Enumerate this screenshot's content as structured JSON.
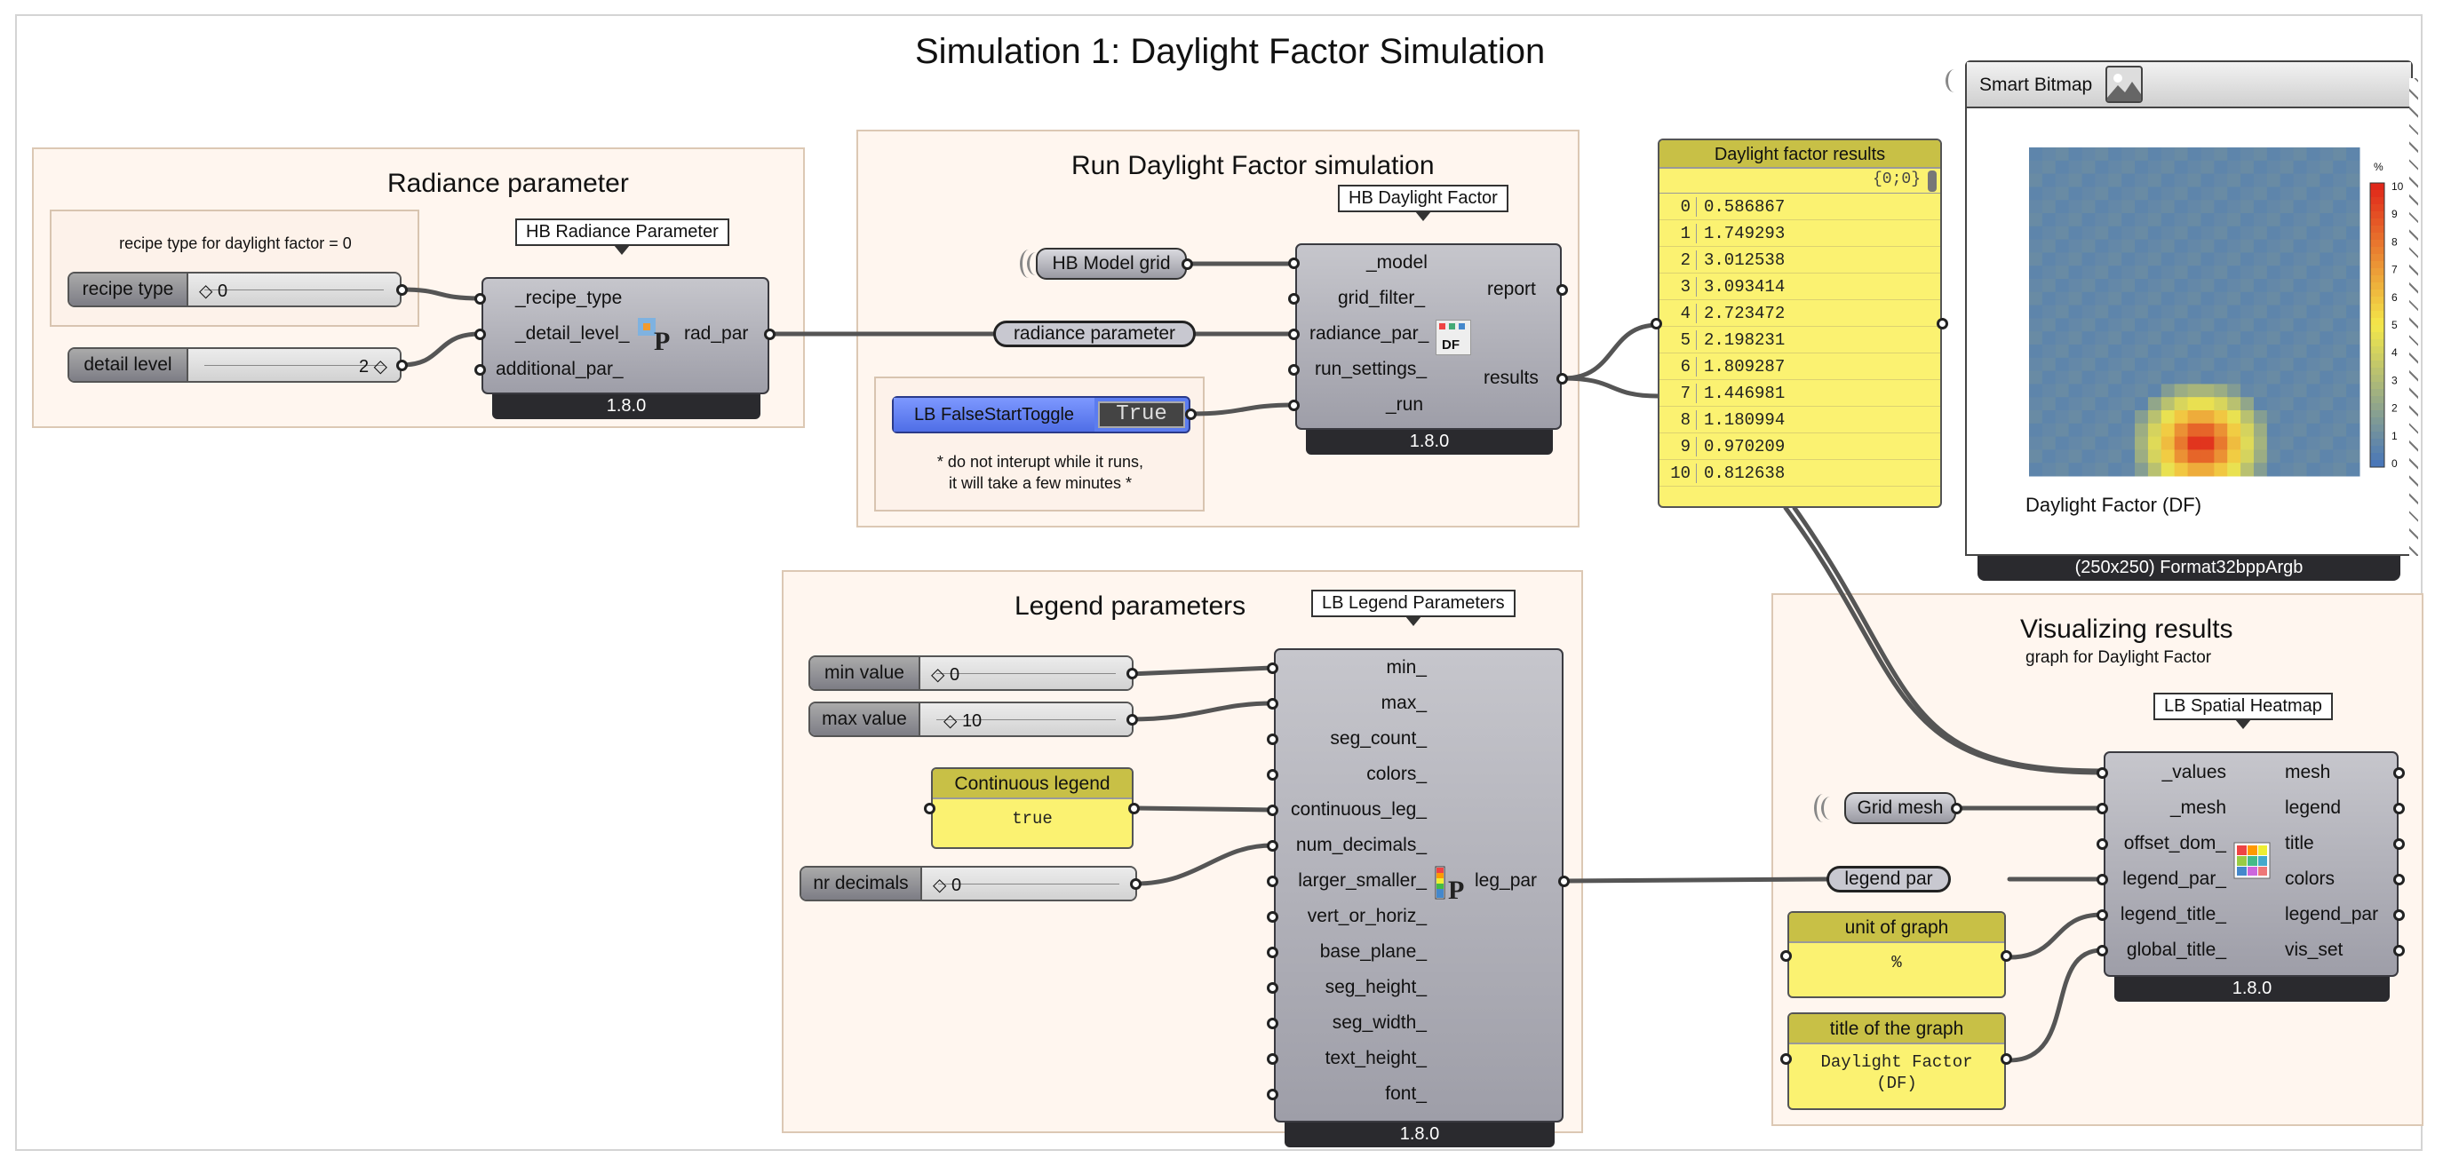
{
  "main_title": "Simulation 1: Daylight Factor Simulation",
  "groups": {
    "radiance": {
      "title": "Radiance parameter",
      "note": "recipe type for daylight factor = 0"
    },
    "run": {
      "title": "Run Daylight Factor simulation",
      "note": "* do not interupt while it runs,\nit will take a few minutes *"
    },
    "legend": {
      "title": "Legend parameters"
    },
    "visual": {
      "title": "Visualizing results",
      "subtitle": "graph for Daylight Factor"
    }
  },
  "sliders": {
    "recipe_type": {
      "label": "recipe type",
      "value": "◇ 0"
    },
    "detail_level": {
      "label": "detail level",
      "value": "2 ◇"
    },
    "min_value": {
      "label": "min value",
      "value": "◇ 0"
    },
    "max_value": {
      "label": "max value",
      "value": "◇ 10"
    },
    "nr_decimals": {
      "label": "nr decimals",
      "value": "◇ 0"
    }
  },
  "components": {
    "hb_radiance": {
      "tag": "HB Radiance Parameter",
      "inputs": [
        "_recipe_type",
        "_detail_level_",
        "additional_par_"
      ],
      "outputs": [
        "rad_par"
      ],
      "version": "1.8.0"
    },
    "hb_daylight": {
      "tag": "HB Daylight Factor",
      "inputs": [
        "_model",
        "grid_filter_",
        "radiance_par_",
        "run_settings_",
        "_run"
      ],
      "outputs": [
        "report",
        "results"
      ],
      "icon_text": "DF",
      "version": "1.8.0"
    },
    "lb_legend": {
      "tag": "LB Legend Parameters",
      "inputs": [
        "min_",
        "max_",
        "seg_count_",
        "colors_",
        "continuous_leg_",
        "num_decimals_",
        "larger_smaller_",
        "vert_or_horiz_",
        "base_plane_",
        "seg_height_",
        "seg_width_",
        "text_height_",
        "font_"
      ],
      "outputs": [
        "leg_par"
      ],
      "version": "1.8.0"
    },
    "lb_heatmap": {
      "tag": "LB Spatial Heatmap",
      "inputs": [
        "_values",
        "_mesh",
        "offset_dom_",
        "legend_par_",
        "legend_title_",
        "global_title_"
      ],
      "outputs": [
        "mesh",
        "legend",
        "title",
        "colors",
        "legend_par",
        "vis_set"
      ],
      "version": "1.8.0"
    }
  },
  "params": {
    "hb_model_grid": "HB Model grid",
    "grid_mesh": "Grid mesh"
  },
  "relays": {
    "radiance_parameter": "radiance parameter",
    "legend_par": "legend par"
  },
  "toggle": {
    "label": "LB FalseStartToggle",
    "value": "True"
  },
  "panels": {
    "continuous_legend": {
      "title": "Continuous legend",
      "value": "true"
    },
    "unit_of_graph": {
      "title": "unit of graph",
      "value": "%"
    },
    "title_of_graph": {
      "title": "title of the graph",
      "value": "Daylight Factor\n(DF)"
    },
    "df_results": {
      "title": "Daylight factor results",
      "path": "{0;0}",
      "rows": [
        {
          "index": "0",
          "value": "0.586867"
        },
        {
          "index": "1",
          "value": "1.749293"
        },
        {
          "index": "2",
          "value": "3.012538"
        },
        {
          "index": "3",
          "value": "3.093414"
        },
        {
          "index": "4",
          "value": "2.723472"
        },
        {
          "index": "5",
          "value": "2.198231"
        },
        {
          "index": "6",
          "value": "1.809287"
        },
        {
          "index": "7",
          "value": "1.446981"
        },
        {
          "index": "8",
          "value": "1.180994"
        },
        {
          "index": "9",
          "value": "0.970209"
        },
        {
          "index": "10",
          "value": "0.812638"
        }
      ]
    }
  },
  "bitmap": {
    "title": "Smart Bitmap",
    "footer": "(250x250) Format32bppArgb",
    "caption": "Daylight Factor (DF)",
    "legend_unit": "%",
    "legend_ticks": [
      "10",
      "9",
      "8",
      "7",
      "6",
      "5",
      "4",
      "3",
      "2",
      "1",
      "0"
    ],
    "colors": {
      "low": "#4a77b8",
      "mid": "#f4e84a",
      "high": "#e0271a"
    }
  },
  "colors": {
    "group_fill": "#fff6ef",
    "panel_yellow": "#fbf271",
    "toggle_blue": "#5b7cf0",
    "wire": "#555555"
  }
}
